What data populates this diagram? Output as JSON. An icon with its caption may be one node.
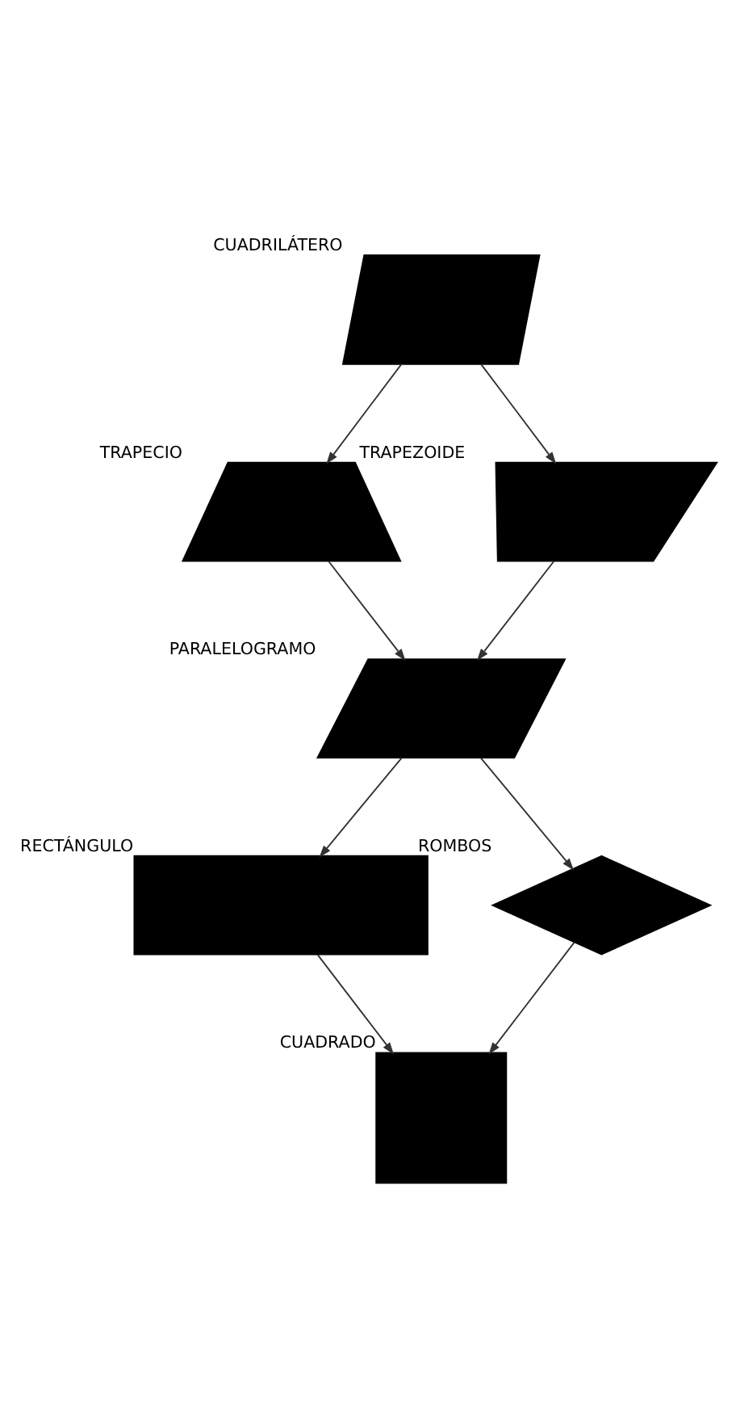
{
  "diagram": {
    "nodes": [
      {
        "text": [
          "CUADRILÁTERO"
        ]
      },
      {
        "text": [
          "TRAPECIO"
        ]
      },
      {
        "text": [
          "TRAPEZOIDE"
        ]
      },
      {
        "text": [
          "PARALELOGRAMO"
        ]
      },
      {
        "text": [
          "RECTÁNGULO"
        ]
      },
      {
        "text": [
          "ROMBOS"
        ]
      },
      {
        "text": [
          "CUADRADO"
        ]
      }
    ],
    "edges": [
      {
        "from": 0,
        "to": 1,
        "arrow": "to"
      },
      {
        "from": 0,
        "to": 2,
        "arrow": "to"
      },
      {
        "from": 1,
        "to": 3,
        "arrow": "to"
      },
      {
        "from": 2,
        "to": 3,
        "arrow": "to"
      },
      {
        "from": 3,
        "to": 4,
        "arrow": "to"
      },
      {
        "from": 3,
        "to": 5,
        "arrow": "to"
      },
      {
        "from": 4,
        "to": 6,
        "arrow": "to"
      },
      {
        "from": 5,
        "to": 6,
        "arrow": "to"
      }
    ]
  }
}
